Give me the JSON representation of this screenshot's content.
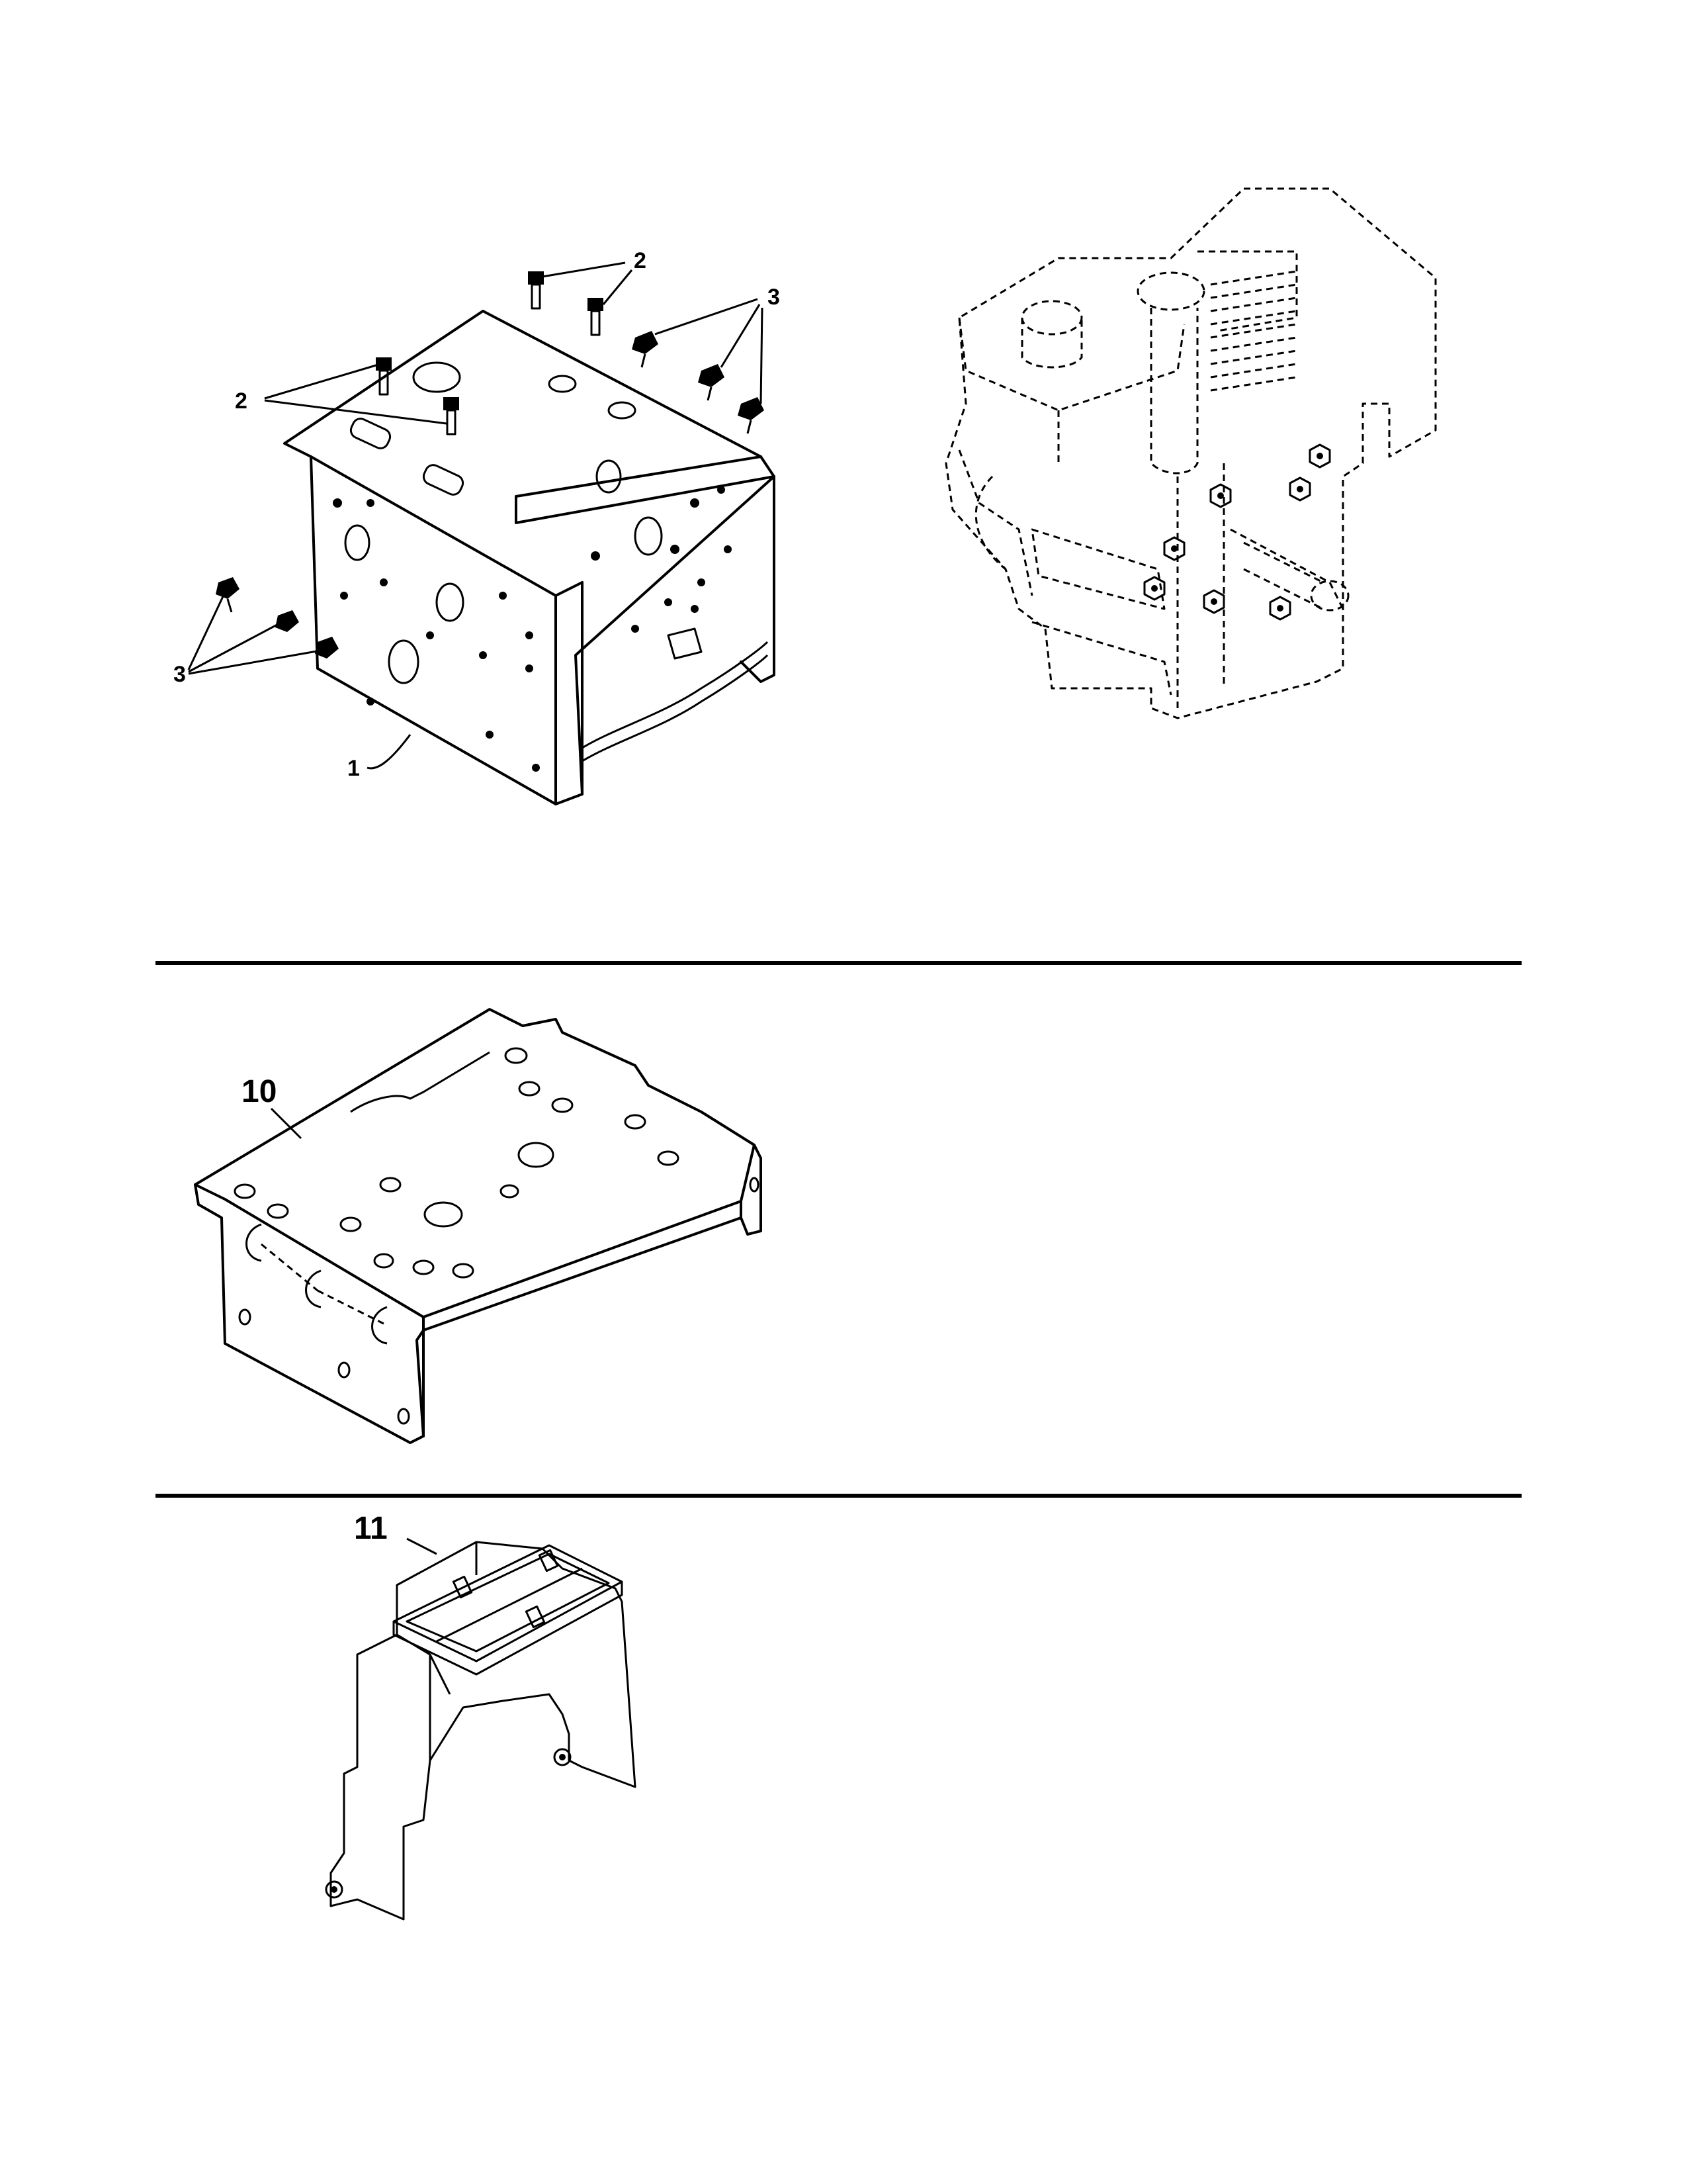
{
  "figure": {
    "sections": [
      {
        "id": "upper",
        "callouts": {
          "bracket": "1",
          "bolt": "2",
          "nut": "3"
        }
      },
      {
        "id": "middle",
        "callouts": {
          "plate": "10"
        }
      },
      {
        "id": "lower",
        "callouts": {
          "shroud": "11"
        }
      }
    ]
  }
}
